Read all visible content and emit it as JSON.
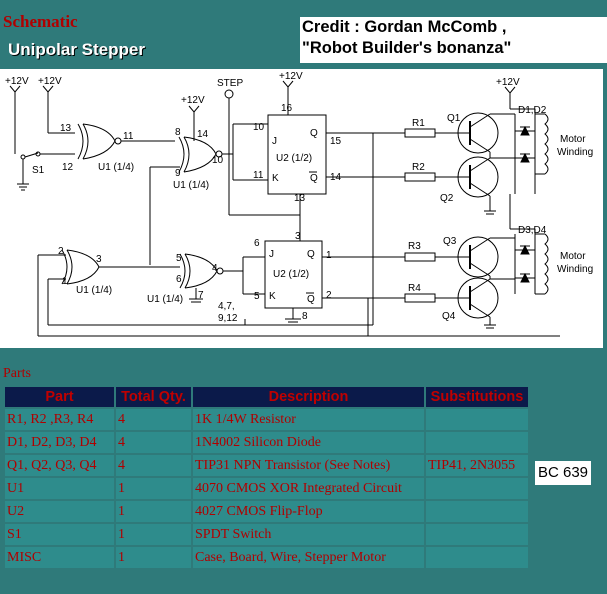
{
  "header": {
    "title": "Schematic",
    "subtitle": "Unipolar Stepper",
    "credit_line1": "Credit : Gordan McComb ,",
    "credit_line2": "\"Robot Builder's bonanza\""
  },
  "schematic": {
    "vcc": "+12V",
    "step": "STEP",
    "s1": "S1",
    "u1_label": "U1 (1/4)",
    "u2_label": "U2 (1/2)",
    "pins": {
      "p13": "13",
      "p11": "11",
      "p12": "12",
      "p8": "8",
      "p14": "14",
      "p9": "9",
      "p10": "10",
      "p2": "2",
      "p1": "1",
      "p3": "3",
      "p5": "5",
      "p6": "6",
      "p4": "4",
      "p7": "7",
      "gnd_pins": "4,7,",
      "gnd_pins2": "9,12",
      "u2a_j": "10",
      "u2a_k": "11",
      "u2a_top": "16",
      "u2a_q": "15",
      "u2a_qb": "14",
      "u2a_clk": "13",
      "u2b_j": "6",
      "u2b_k": "5",
      "u2b_top": "3",
      "u2b_q": "1",
      "u2b_qb": "2",
      "u2b_bot": "8"
    },
    "ff": {
      "j": "J",
      "k": "K",
      "q": "Q",
      "qb": "Q"
    },
    "resistors": [
      "R1",
      "R2",
      "R3",
      "R4"
    ],
    "transistors": [
      "Q1",
      "Q2",
      "Q3",
      "Q4"
    ],
    "diodes1": "D1,D2",
    "diodes2": "D3,D4",
    "motor1": "Motor",
    "motor1b": "Winding",
    "motor2": "Motor",
    "motor2b": "Winding"
  },
  "parts": {
    "label": "Parts",
    "columns": [
      "Part",
      "Total Qty.",
      "Description",
      "Substitutions"
    ],
    "rows": [
      {
        "part": "R1, R2 ,R3, R4",
        "qty": "4",
        "desc": "1K 1/4W Resistor",
        "sub": ""
      },
      {
        "part": "D1, D2, D3, D4",
        "qty": "4",
        "desc": "1N4002 Silicon Diode",
        "sub": ""
      },
      {
        "part": "Q1, Q2, Q3, Q4",
        "qty": "4",
        "desc": "TIP31 NPN Transistor (See Notes)",
        "sub": "TIP41, 2N3055"
      },
      {
        "part": "U1",
        "qty": "1",
        "desc": "4070 CMOS XOR Integrated Circuit",
        "sub": ""
      },
      {
        "part": "U2",
        "qty": "1",
        "desc": "4027 CMOS Flip-Flop",
        "sub": ""
      },
      {
        "part": "S1",
        "qty": "1",
        "desc": "SPDT Switch",
        "sub": ""
      },
      {
        "part": "MISC",
        "qty": "1",
        "desc": "Case, Board, Wire, Stepper Motor",
        "sub": ""
      }
    ],
    "note": "BC 639"
  }
}
